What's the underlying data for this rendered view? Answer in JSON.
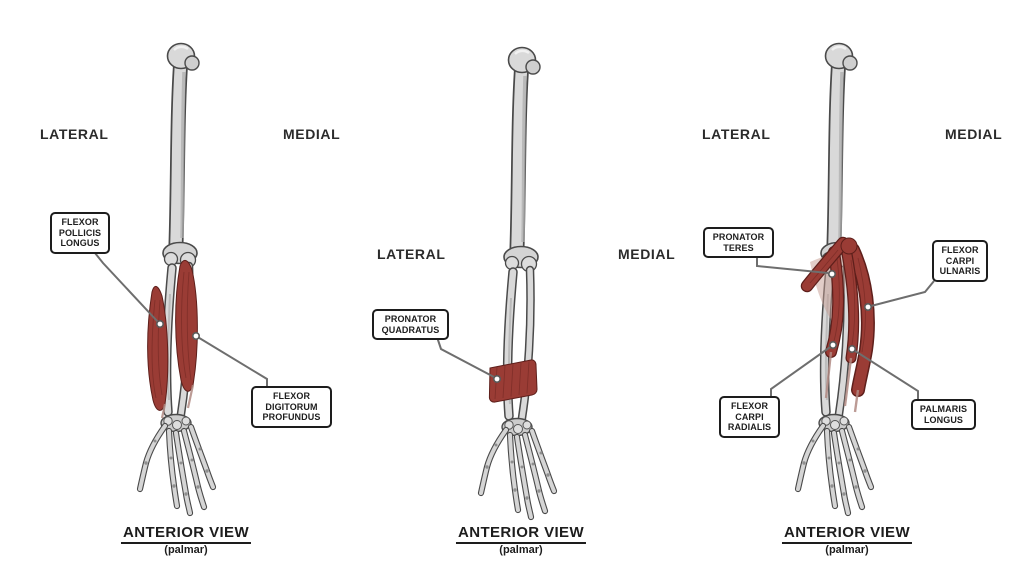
{
  "figure": {
    "background": "#ffffff",
    "ink_color": "#1d1d1d",
    "leader_line_color": "#6e6e6e",
    "muscle_color": "#9a3c35",
    "bone_color": "#d9d9d9"
  },
  "panels": [
    {
      "name": "deep-flexors",
      "side_left": "LATERAL",
      "side_right": "MEDIAL",
      "caption_title": "ANTERIOR VIEW",
      "caption_subtitle": "(palmar)",
      "labels": [
        {
          "id": "flexor-pollicis-longus",
          "lines": [
            "FLEXOR",
            "POLLICIS",
            "LONGUS"
          ]
        },
        {
          "id": "flexor-digitorum-profundus",
          "lines": [
            "FLEXOR",
            "DIGITORUM",
            "PROFUNDUS"
          ]
        }
      ]
    },
    {
      "name": "pronator-quadratus-view",
      "side_left": "LATERAL",
      "side_right": "MEDIAL",
      "caption_title": "ANTERIOR VIEW",
      "caption_subtitle": "(palmar)",
      "labels": [
        {
          "id": "pronator-quadratus",
          "lines": [
            "PRONATOR",
            "QUADRATUS"
          ]
        }
      ]
    },
    {
      "name": "superficial-flexors",
      "side_left": "LATERAL",
      "side_right": "MEDIAL",
      "caption_title": "ANTERIOR VIEW",
      "caption_subtitle": "(palmar)",
      "labels": [
        {
          "id": "pronator-teres",
          "lines": [
            "PRONATOR",
            "TERES"
          ]
        },
        {
          "id": "flexor-carpi-ulnaris",
          "lines": [
            "FLEXOR",
            "CARPI",
            "ULNARIS"
          ]
        },
        {
          "id": "flexor-carpi-radialis",
          "lines": [
            "FLEXOR",
            "CARPI",
            "RADIALIS"
          ]
        },
        {
          "id": "palmaris-longus",
          "lines": [
            "PALMARIS",
            "LONGUS"
          ]
        }
      ]
    }
  ]
}
